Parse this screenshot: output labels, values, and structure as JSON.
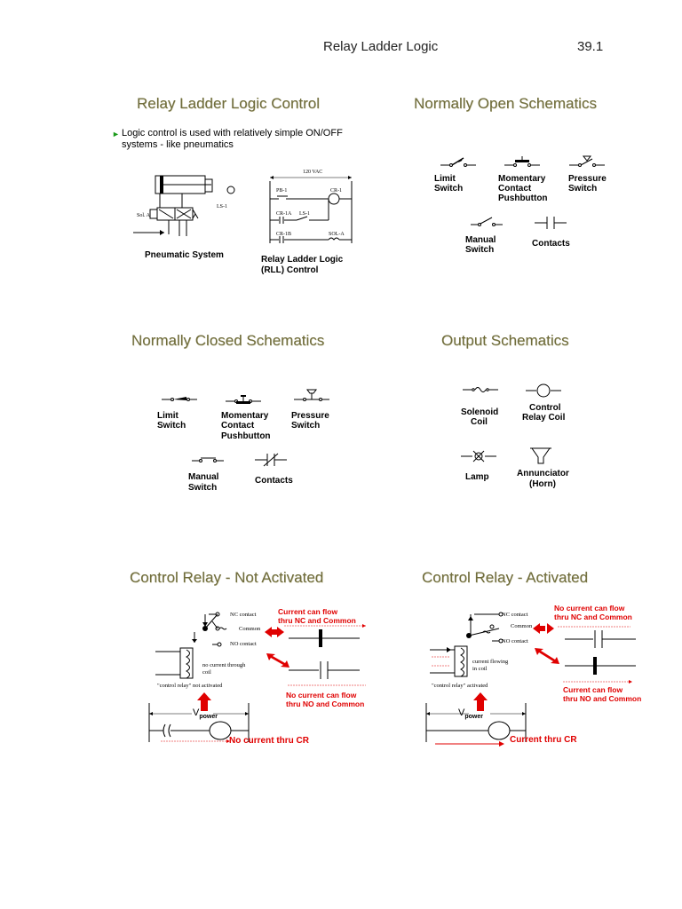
{
  "header": {
    "title": "Relay Ladder Logic",
    "page": "39.1"
  },
  "slides": {
    "s1": {
      "title": "Relay Ladder Logic Control",
      "bullet": [
        "Logic control is used with relatively simple ON/OFF",
        "systems - like pneumatics"
      ],
      "pneumatic_label": "Pneumatic System",
      "rll_label": [
        "Relay Ladder Logic",
        "(RLL) Control"
      ],
      "tags": {
        "voltage": "120 VAC",
        "pb1": "PB-1",
        "cr1": "CR-1",
        "cr1a": "CR-1A",
        "ls1": "LS-1",
        "cr1b": "CR-1B",
        "sola": "SOL-A",
        "ls1_cyl": "LS-1",
        "sola_valve": "Sol. A"
      }
    },
    "s2": {
      "title": "Normally Open Schematics",
      "labels": {
        "limit": [
          "Limit",
          "Switch"
        ],
        "momentary": [
          "Momentary",
          "Contact",
          "Pushbutton"
        ],
        "pressure": [
          "Pressure",
          "Switch"
        ],
        "manual": [
          "Manual",
          "Switch"
        ],
        "contacts": "Contacts"
      }
    },
    "s3": {
      "title": "Normally Closed Schematics",
      "labels": {
        "limit": [
          "Limit",
          "Switch"
        ],
        "momentary": [
          "Momentary",
          "Contact",
          "Pushbutton"
        ],
        "pressure": [
          "Pressure",
          "Switch"
        ],
        "manual": [
          "Manual",
          "Switch"
        ],
        "contacts": "Contacts"
      }
    },
    "s4": {
      "title": "Output Schematics",
      "labels": {
        "solenoid": [
          "Solenoid",
          "Coil"
        ],
        "relay": [
          "Control",
          "Relay Coil"
        ],
        "lamp": "Lamp",
        "annunciator": [
          "Annunciator",
          "(Horn)"
        ]
      }
    },
    "s5": {
      "title": "Control Relay - Not Activated",
      "nc_contact": "NC contact",
      "common": "Common",
      "no_contact": "NO contact",
      "coil_text": [
        "no current through",
        "coil"
      ],
      "relay_state": "\"control relay\" not activated",
      "red_nc": [
        "Current can flow",
        "thru NC and Common"
      ],
      "red_no": [
        "No current can flow",
        "thru NO and Common"
      ],
      "vpower": "V",
      "vpower_sub": "power",
      "bottom": "No current thru CR"
    },
    "s6": {
      "title": "Control Relay - Activated",
      "nc_contact": "NC contact",
      "common": "Common",
      "no_contact": "NO contact",
      "coil_text": [
        "current flowing",
        "in coil"
      ],
      "relay_state": "\"control relay\" activated",
      "red_nc": [
        "No current can flow",
        "thru NC and Common"
      ],
      "red_no": [
        "Current can flow",
        "thru NO and Common"
      ],
      "vpower": "V",
      "vpower_sub": "power",
      "bottom": "Current thru CR"
    }
  }
}
